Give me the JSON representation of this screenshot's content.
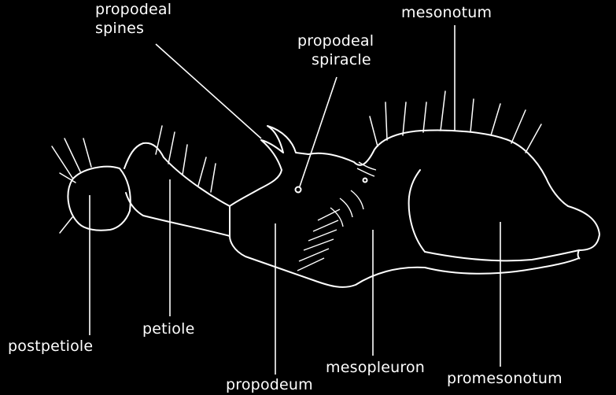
{
  "diagram": {
    "background_color": "#000000",
    "line_color": "#ffffff",
    "labels": {
      "propodeal_spines": [
        "propodeal",
        "spines"
      ],
      "propodeal_spiracle": [
        "propodeal",
        "spiracle"
      ],
      "mesonotum": "mesonotum",
      "postpetiole": "postpetiole",
      "petiole": "petiole",
      "propodeum": "propodeum",
      "mesopleuron": "mesopleuron",
      "promesonotum": "promesonotum"
    }
  }
}
